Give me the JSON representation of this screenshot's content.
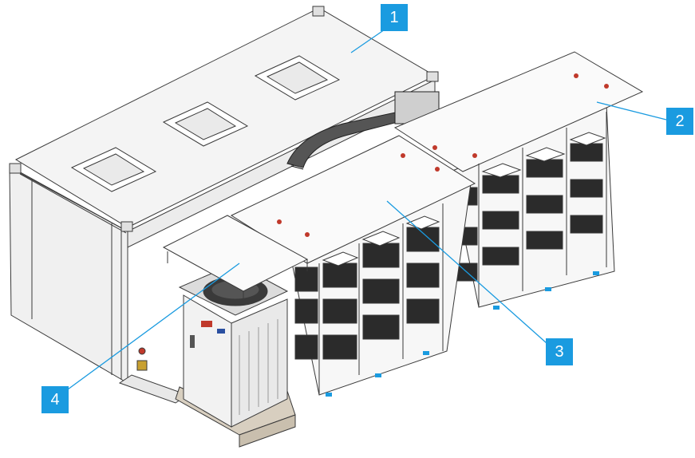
{
  "callouts": [
    {
      "label": "1"
    },
    {
      "label": "2"
    },
    {
      "label": "3"
    },
    {
      "label": "4"
    }
  ],
  "colors": {
    "callout_fill": "#1a9be0",
    "leader_line": "#1a9be0",
    "outline": "#3a3a3a",
    "panel_face": "#f2f2f2",
    "battery_module": "#2b2b2b",
    "pallet": "#d8cfc0"
  }
}
